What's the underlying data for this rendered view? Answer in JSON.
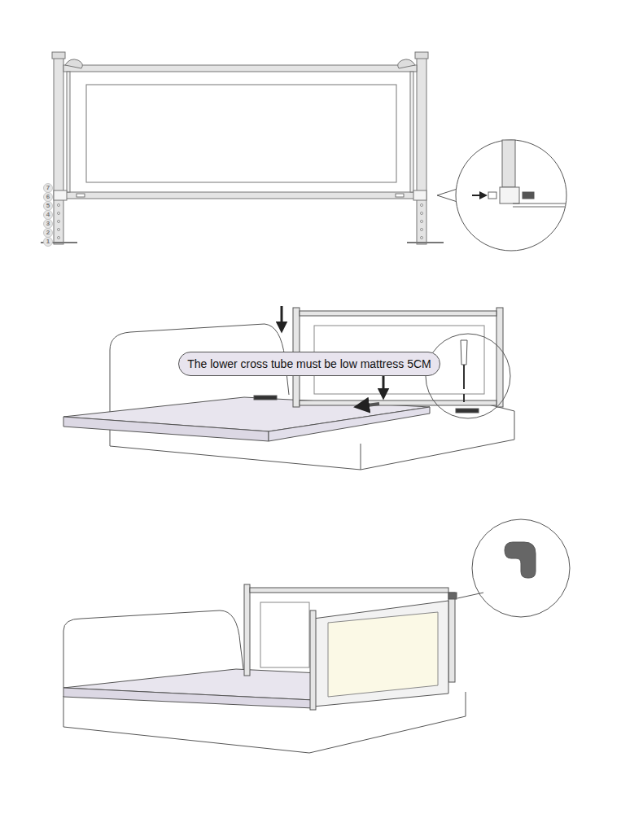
{
  "diagram": {
    "nodes": [
      {
        "text": [
          "The lower cross tube must be low mattress 5CM"
        ]
      }
    ],
    "labels": [
      "7",
      "6",
      "5",
      "4",
      "3",
      "2",
      "1"
    ]
  }
}
